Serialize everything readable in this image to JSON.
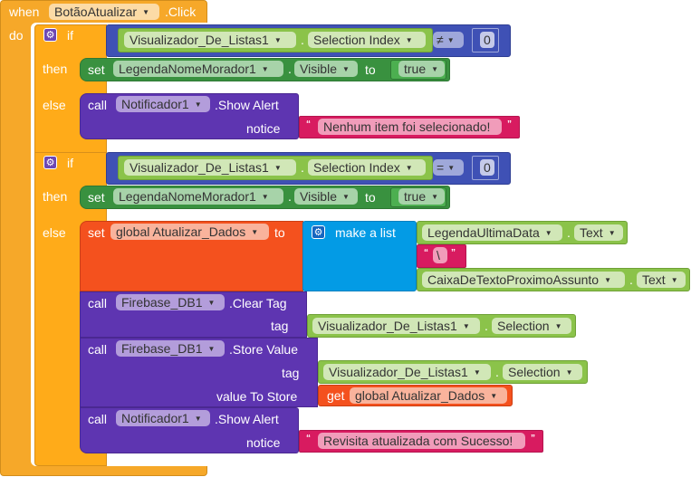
{
  "event": {
    "when": "when",
    "component": "BotãoAtualizar",
    "event_name": ".Click",
    "do": "do"
  },
  "if1": {
    "if": "if",
    "then": "then",
    "else": "else",
    "condition": {
      "component": "Visualizador_De_Listas1",
      "property": "Selection Index",
      "operator": "≠",
      "value": "0"
    },
    "then_set": {
      "set": "set",
      "component": "LegendaNomeMorador1",
      "property": "Visible",
      "to": "to",
      "value": "true"
    },
    "else_call": {
      "call": "call",
      "component": "Notificador1",
      "method": ".Show Alert",
      "arg_label": "notice",
      "text": "Nenhum item foi selecionado!"
    }
  },
  "if2": {
    "if": "if",
    "then": "then",
    "else": "else",
    "condition": {
      "component": "Visualizador_De_Listas1",
      "property": "Selection Index",
      "operator": "=",
      "value": "0"
    },
    "then_set": {
      "set": "set",
      "component": "LegendaNomeMorador1",
      "property": "Visible",
      "to": "to",
      "value": "true"
    },
    "else_set_var": {
      "set": "set",
      "variable": "global Atualizar_Dados",
      "to": "to",
      "make_list": "make a list",
      "items": [
        {
          "component": "LegendaUltimaData",
          "property": "Text"
        },
        {
          "text": "\\"
        },
        {
          "component": "CaixaDeTextoProximoAssunto",
          "property": "Text"
        }
      ]
    },
    "clear_tag": {
      "call": "call",
      "component": "Firebase_DB1",
      "method": ".Clear Tag",
      "arg_label": "tag",
      "arg_component": "Visualizador_De_Listas1",
      "arg_property": "Selection"
    },
    "store_value": {
      "call": "call",
      "component": "Firebase_DB1",
      "method": ".Store Value",
      "tag_label": "tag",
      "tag_component": "Visualizador_De_Listas1",
      "tag_property": "Selection",
      "value_label": "value To Store",
      "get": "get",
      "get_variable": "global Atualizar_Dados"
    },
    "show_alert": {
      "call": "call",
      "component": "Notificador1",
      "method": ".Show Alert",
      "arg_label": "notice",
      "text": "Revisita atualizada com Sucesso!"
    }
  },
  "colors": {
    "event": "#F6A829",
    "control": "#FFAB19",
    "set_component": "#39913F",
    "component_getter": "#8BC34A",
    "logic": "#3F51B5",
    "call": "#5E35B1",
    "text": "#D81B60",
    "variable": "#F4511E",
    "list": "#039BE5"
  }
}
